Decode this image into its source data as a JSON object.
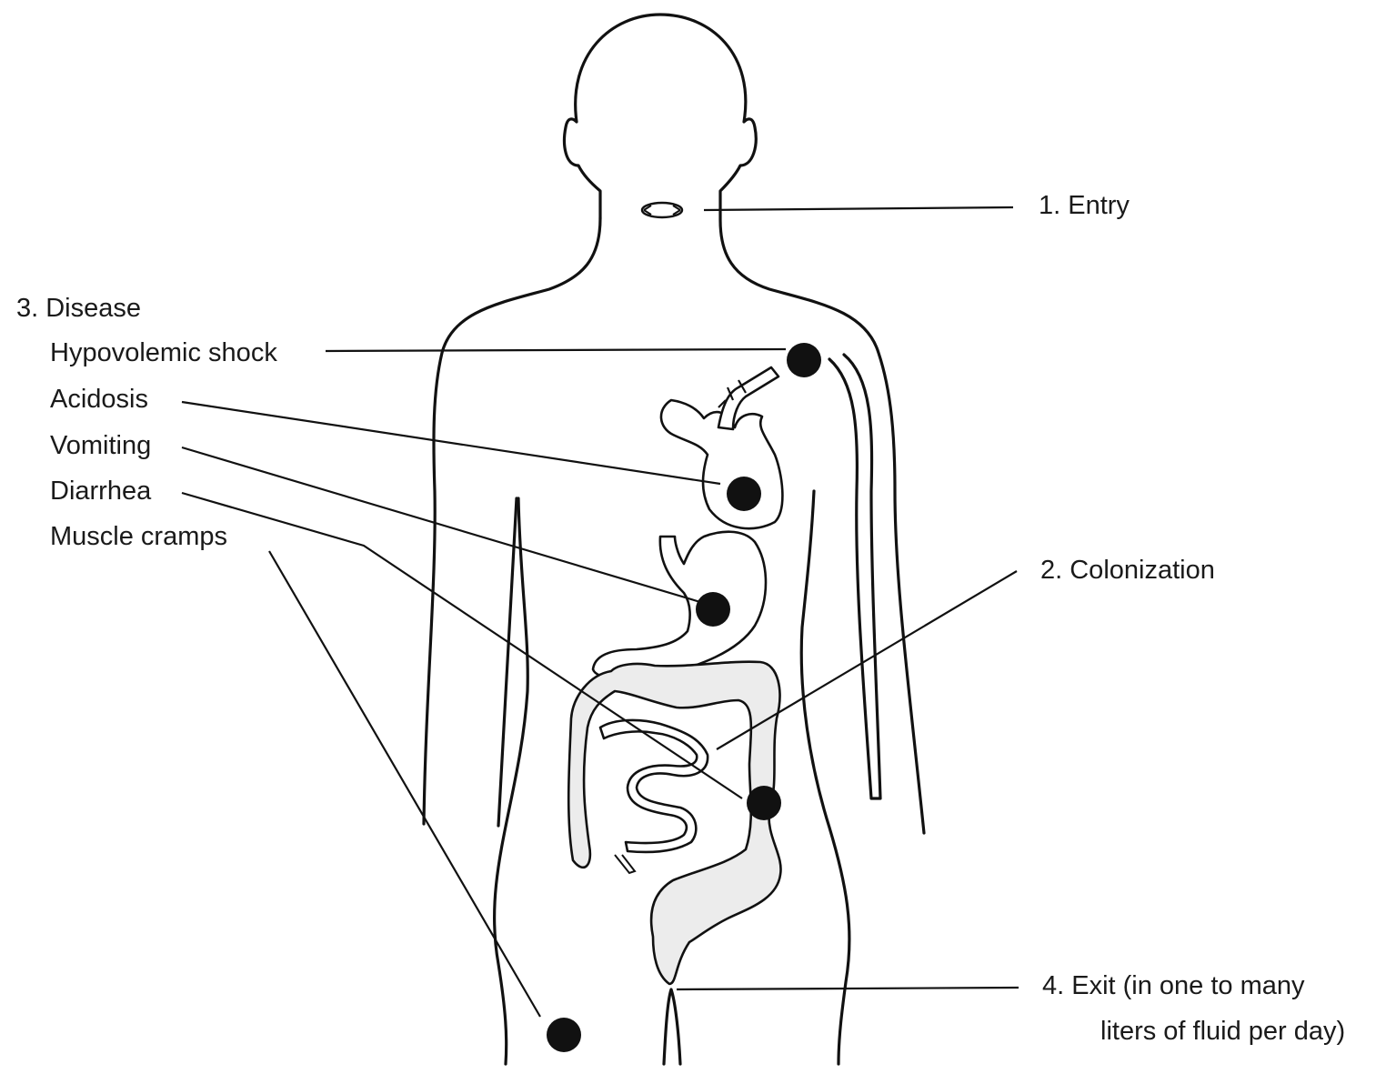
{
  "labels": {
    "entry": "1. Entry",
    "colonization": "2. Colonization",
    "disease_header": "3. Disease",
    "hypovolemic_shock": "Hypovolemic shock",
    "acidosis": "Acidosis",
    "vomiting": "Vomiting",
    "diarrhea": "Diarrhea",
    "muscle_cramps": "Muscle cramps",
    "exit_line1": "4. Exit (in one to many",
    "exit_line2": "liters of fluid per day)"
  },
  "colors": {
    "line": "#111111",
    "marker": "#111111",
    "organ_shade": "#ececec",
    "background": "#ffffff"
  }
}
